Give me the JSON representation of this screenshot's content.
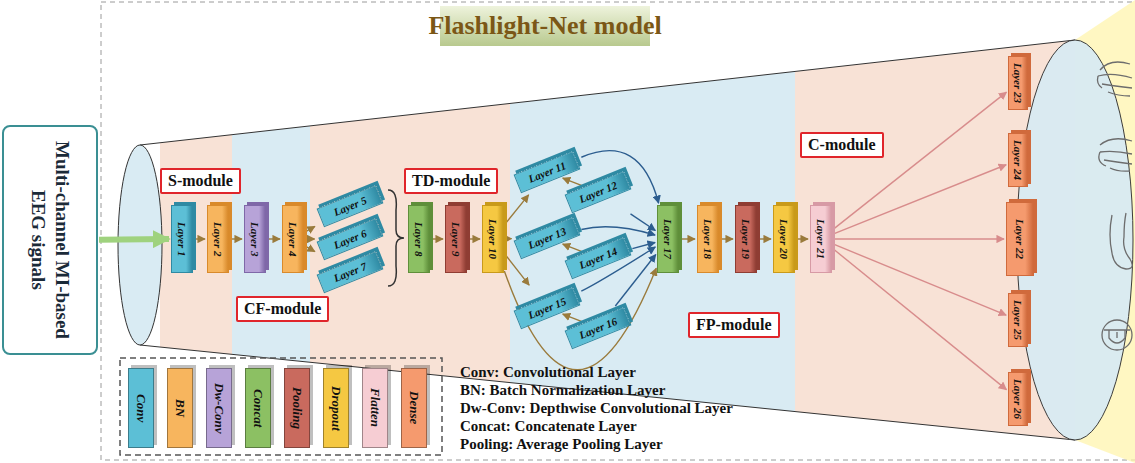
{
  "diagram": {
    "title": "Flashlight-Net model",
    "nodes": [
      {
        "text": [
          "Multi-channel MI-based EEG signals"
        ]
      },
      {
        "text": [
          "S-module"
        ]
      },
      {
        "text": [
          "Layer 1"
        ]
      },
      {
        "text": [
          "Layer 2"
        ]
      },
      {
        "text": [
          "CF-module"
        ]
      },
      {
        "text": [
          "Layer 3"
        ]
      },
      {
        "text": [
          "Layer 4"
        ]
      },
      {
        "text": [
          "Layer 5"
        ]
      },
      {
        "text": [
          "Layer 6"
        ]
      },
      {
        "text": [
          "Layer 7"
        ]
      },
      {
        "text": [
          "TD-module"
        ]
      },
      {
        "text": [
          "Layer 8"
        ]
      },
      {
        "text": [
          "Layer 9"
        ]
      },
      {
        "text": [
          "Layer 10"
        ]
      },
      {
        "text": [
          "Layer 11"
        ]
      },
      {
        "text": [
          "Layer 12"
        ]
      },
      {
        "text": [
          "Layer 13"
        ]
      },
      {
        "text": [
          "Layer 14"
        ]
      },
      {
        "text": [
          "Layer 15"
        ]
      },
      {
        "text": [
          "Layer 16"
        ]
      },
      {
        "text": [
          "Layer 17"
        ]
      },
      {
        "text": [
          "Layer 18"
        ]
      },
      {
        "text": [
          "Layer 19"
        ]
      },
      {
        "text": [
          "Layer 20"
        ]
      },
      {
        "text": [
          "FP-module"
        ]
      },
      {
        "text": [
          "C-module"
        ]
      },
      {
        "text": [
          "Layer 21"
        ]
      },
      {
        "text": [
          "Layer 23"
        ]
      },
      {
        "text": [
          "Layer 24"
        ]
      },
      {
        "text": [
          "Layer 22"
        ]
      },
      {
        "text": [
          "Layer 25"
        ]
      },
      {
        "text": [
          "Layer 26"
        ]
      }
    ],
    "edges": [
      {
        "from": 0,
        "to": 2,
        "arrow": "to"
      },
      {
        "from": 2,
        "to": 3,
        "arrow": "to"
      },
      {
        "from": 3,
        "to": 5,
        "arrow": "to"
      },
      {
        "from": 5,
        "to": 6,
        "arrow": "to"
      },
      {
        "from": 6,
        "to": 7,
        "arrow": "to"
      },
      {
        "from": 6,
        "to": 8,
        "arrow": "to"
      },
      {
        "from": 6,
        "to": 9,
        "arrow": "to"
      },
      {
        "from": 11,
        "to": 12,
        "arrow": "to"
      },
      {
        "from": 12,
        "to": 13,
        "arrow": "to"
      },
      {
        "from": 13,
        "to": 14,
        "arrow": "to"
      },
      {
        "from": 13,
        "to": 16,
        "arrow": "to"
      },
      {
        "from": 13,
        "to": 18,
        "arrow": "to"
      },
      {
        "from": 13,
        "to": 20,
        "arrow": "to"
      },
      {
        "from": 14,
        "to": 15,
        "arrow": "to"
      },
      {
        "from": 16,
        "to": 17,
        "arrow": "to"
      },
      {
        "from": 18,
        "to": 19,
        "arrow": "to"
      },
      {
        "from": 14,
        "to": 20,
        "arrow": "to"
      },
      {
        "from": 15,
        "to": 20,
        "arrow": "to"
      },
      {
        "from": 16,
        "to": 20,
        "arrow": "to"
      },
      {
        "from": 17,
        "to": 20,
        "arrow": "to"
      },
      {
        "from": 18,
        "to": 20,
        "arrow": "to"
      },
      {
        "from": 19,
        "to": 20,
        "arrow": "to"
      },
      {
        "from": 20,
        "to": 21,
        "arrow": "to"
      },
      {
        "from": 21,
        "to": 22,
        "arrow": "to"
      },
      {
        "from": 22,
        "to": 23,
        "arrow": "to"
      },
      {
        "from": 23,
        "to": 26,
        "arrow": "to"
      },
      {
        "from": 26,
        "to": 27,
        "arrow": "to"
      },
      {
        "from": 26,
        "to": 28,
        "arrow": "to"
      },
      {
        "from": 26,
        "to": 29,
        "arrow": "to"
      },
      {
        "from": 26,
        "to": 30,
        "arrow": "to"
      },
      {
        "from": 26,
        "to": 31,
        "arrow": "to"
      }
    ],
    "labels": [
      "Conv: Convolutional Layer",
      "BN: Batch Normalization Layer",
      "Dw-Conv: Depthwise Convolutional Layer",
      "Concat: Concatenate Layer",
      "Pooling: Average Pooling Layer"
    ],
    "legend": [
      {
        "text": "Conv",
        "color": "#5cbfd6"
      },
      {
        "text": "BN",
        "color": "#f7b55e"
      },
      {
        "text": "Dw-Conv",
        "color": "#b7a3d8"
      },
      {
        "text": "Concat",
        "color": "#8cc063"
      },
      {
        "text": "Pooling",
        "color": "#c96a5e"
      },
      {
        "text": "Dropout",
        "color": "#f5c842"
      },
      {
        "text": "Flatten",
        "color": "#f6cdd3"
      },
      {
        "text": "Dense",
        "color": "#f59a6e"
      }
    ]
  }
}
